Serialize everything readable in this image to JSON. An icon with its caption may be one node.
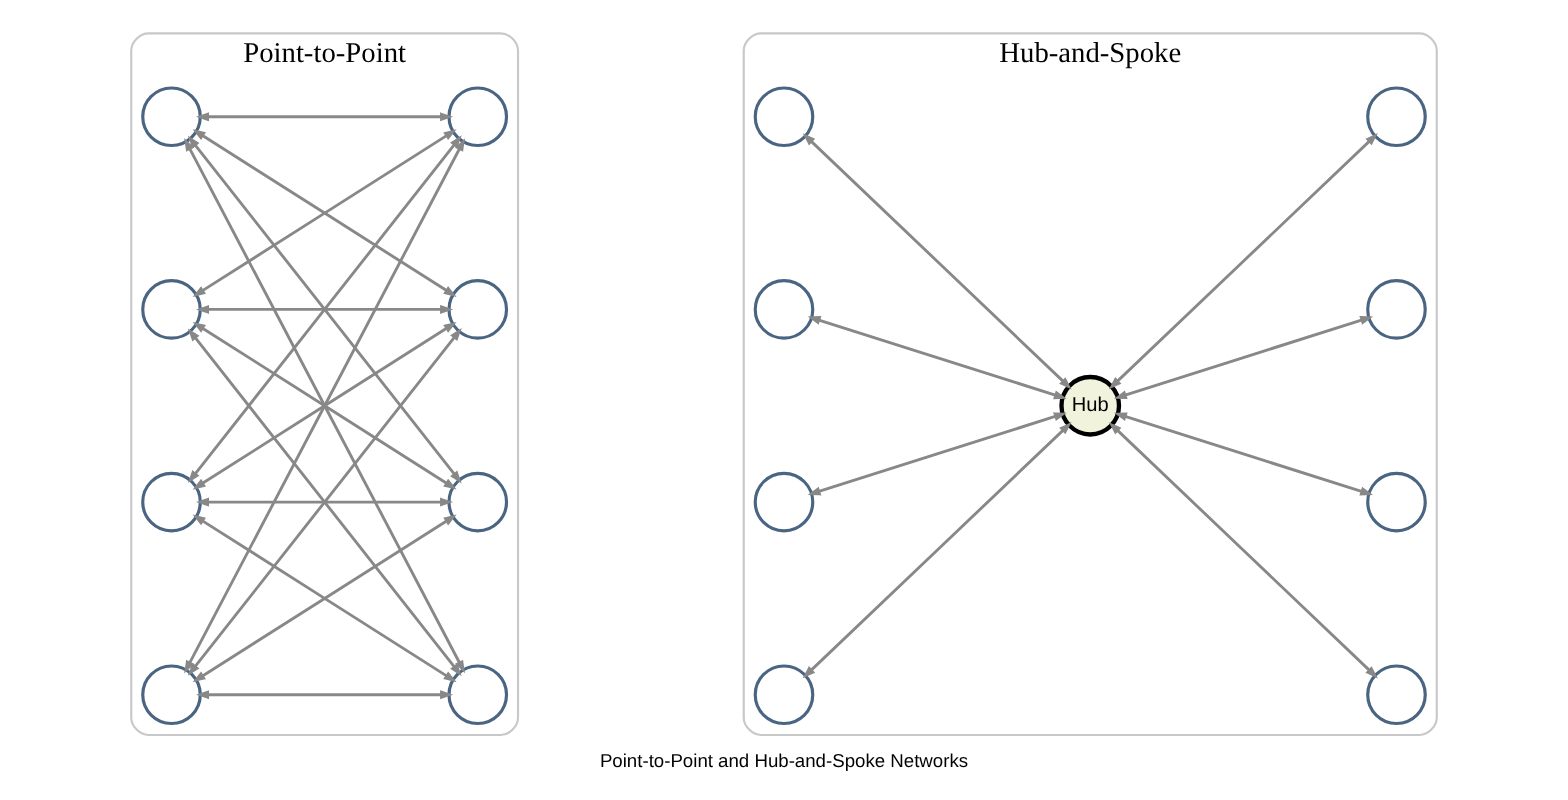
{
  "diagram": {
    "caption": "Point-to-Point and Hub-and-Spoke Networks",
    "nodes": [
      {
        "text": [
          "Point-to-Point"
        ]
      },
      {
        "text": [],
        "shape": "circle",
        "in": 0
      },
      {
        "text": [],
        "shape": "circle",
        "in": 0
      },
      {
        "text": [],
        "shape": "circle",
        "in": 0
      },
      {
        "text": [],
        "shape": "circle",
        "in": 0
      },
      {
        "text": [],
        "shape": "circle",
        "in": 0
      },
      {
        "text": [],
        "shape": "circle",
        "in": 0
      },
      {
        "text": [],
        "shape": "circle",
        "in": 0
      },
      {
        "text": [],
        "shape": "circle",
        "in": 0
      },
      {
        "text": [
          "Hub-and-Spoke"
        ]
      },
      {
        "text": [],
        "shape": "circle",
        "in": 9
      },
      {
        "text": [],
        "shape": "circle",
        "in": 9
      },
      {
        "text": [],
        "shape": "circle",
        "in": 9
      },
      {
        "text": [],
        "shape": "circle",
        "in": 9
      },
      {
        "text": [],
        "shape": "circle",
        "in": 9
      },
      {
        "text": [],
        "shape": "circle",
        "in": 9
      },
      {
        "text": [],
        "shape": "circle",
        "in": 9
      },
      {
        "text": [],
        "shape": "circle",
        "in": 9
      },
      {
        "text": [
          "Hub"
        ],
        "in": 9
      }
    ],
    "edges": [
      {
        "from": 1,
        "to": 2,
        "arrow": "both"
      },
      {
        "from": 1,
        "to": 4,
        "arrow": "both"
      },
      {
        "from": 1,
        "to": 6,
        "arrow": "both"
      },
      {
        "from": 1,
        "to": 8,
        "arrow": "both"
      },
      {
        "from": 3,
        "to": 2,
        "arrow": "both"
      },
      {
        "from": 3,
        "to": 4,
        "arrow": "both"
      },
      {
        "from": 3,
        "to": 6,
        "arrow": "both"
      },
      {
        "from": 3,
        "to": 8,
        "arrow": "both"
      },
      {
        "from": 5,
        "to": 2,
        "arrow": "both"
      },
      {
        "from": 5,
        "to": 4,
        "arrow": "both"
      },
      {
        "from": 5,
        "to": 6,
        "arrow": "both"
      },
      {
        "from": 5,
        "to": 8,
        "arrow": "both"
      },
      {
        "from": 7,
        "to": 2,
        "arrow": "both"
      },
      {
        "from": 7,
        "to": 4,
        "arrow": "both"
      },
      {
        "from": 7,
        "to": 6,
        "arrow": "both"
      },
      {
        "from": 7,
        "to": 8,
        "arrow": "both"
      },
      {
        "from": 10,
        "to": 18,
        "arrow": "both"
      },
      {
        "from": 18,
        "to": 11,
        "arrow": "both"
      },
      {
        "from": 12,
        "to": 18,
        "arrow": "both"
      },
      {
        "from": 18,
        "to": 13,
        "arrow": "both"
      },
      {
        "from": 14,
        "to": 18,
        "arrow": "both"
      },
      {
        "from": 18,
        "to": 15,
        "arrow": "both"
      },
      {
        "from": 16,
        "to": 18,
        "arrow": "both"
      },
      {
        "from": 18,
        "to": 17,
        "arrow": "both"
      }
    ]
  }
}
